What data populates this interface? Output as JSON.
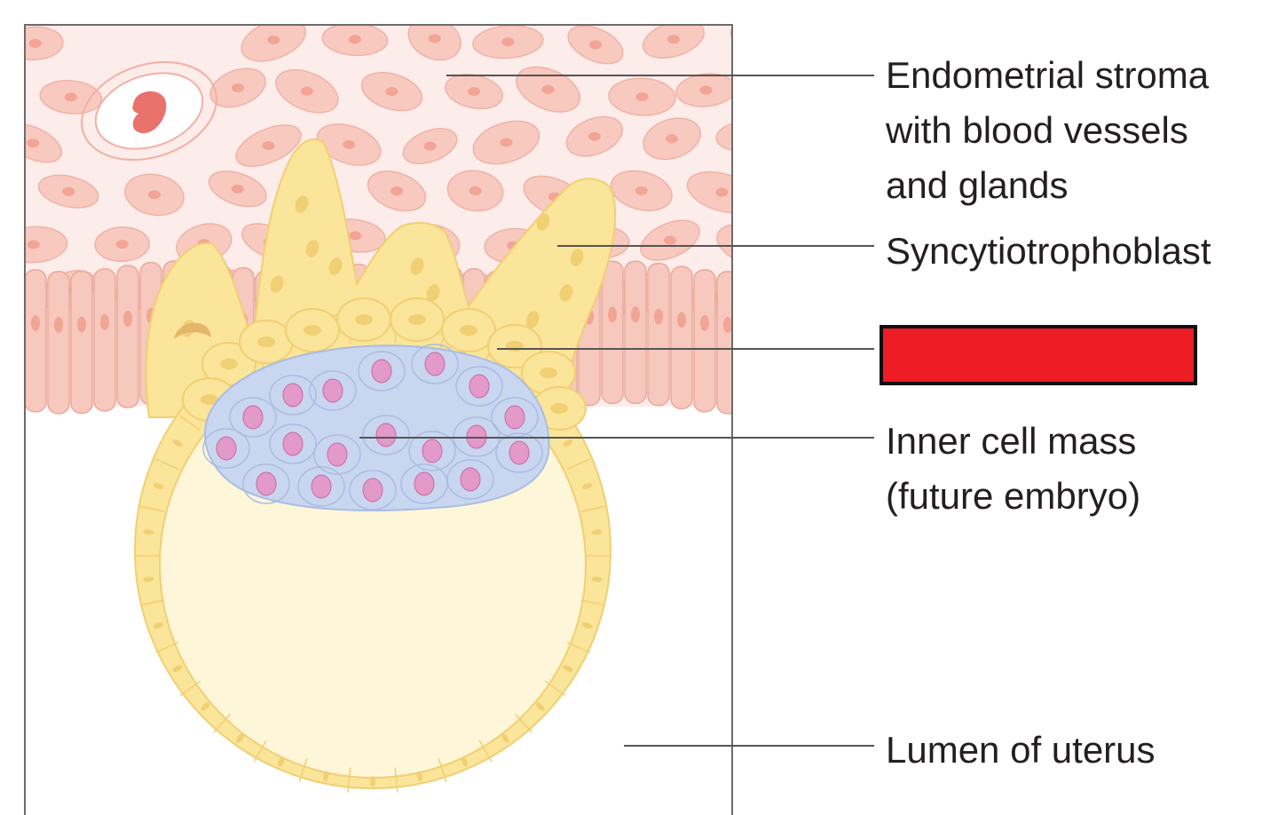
{
  "labels": {
    "stroma": [
      "Endometrial stroma",
      "with blood vessels",
      "and glands"
    ],
    "syncytiotrophoblast": [
      "Syncytiotrophoblast"
    ],
    "inner_cell_mass": [
      "Inner cell mass",
      "(future embryo)"
    ],
    "lumen": [
      "Lumen of uterus"
    ]
  },
  "colors": {
    "stroma_bg": "#fcecea",
    "stroma_cell": "#f8c9bf",
    "stroma_nucleus": "#f2a595",
    "epithelium": "#f7c8bd",
    "trophoblast": "#fbe59a",
    "trophoblast_dark": "#f1cf73",
    "inner_cell": "#c9d6f0",
    "inner_nucleus": "#e399c9",
    "cavity": "#fdf6d8",
    "blood": "#e9726d",
    "redacted": "#ee1c25",
    "leader": "#555555"
  },
  "icons": {
    "redacted": "redacted-label-box"
  }
}
